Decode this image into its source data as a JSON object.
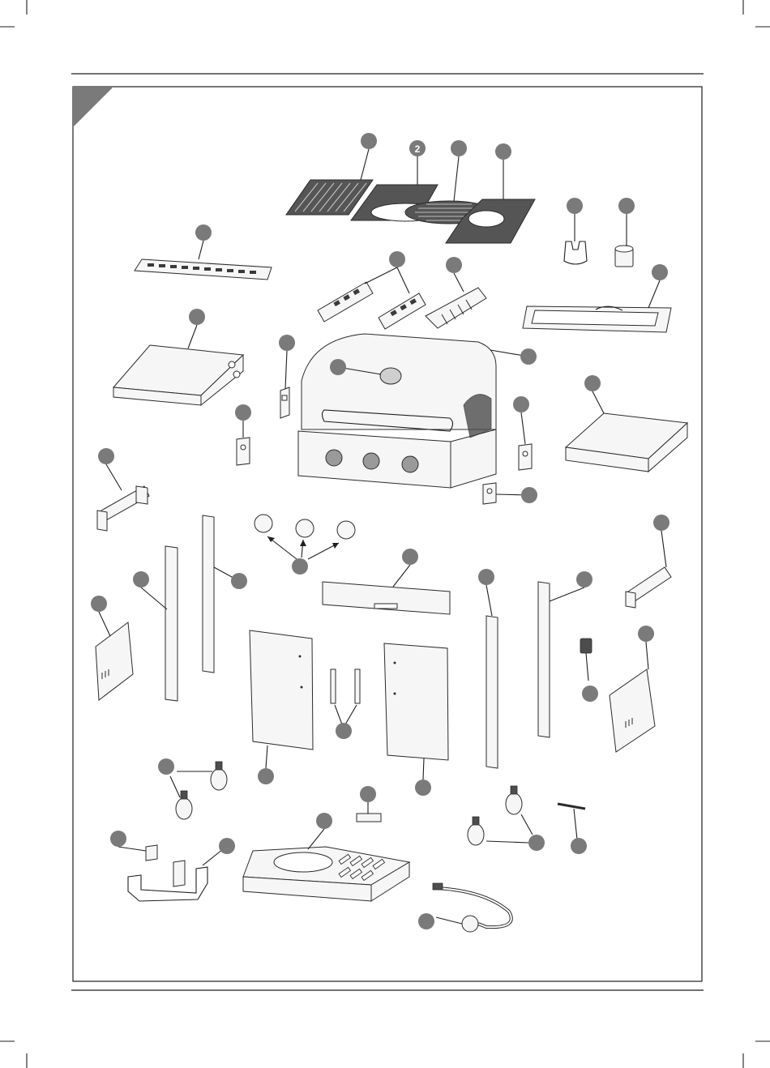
{
  "diagram": {
    "type": "exploded-parts-view",
    "subject": "gas grill",
    "callouts": [
      {
        "id": "cooking-grate-left",
        "label": ""
      },
      {
        "id": "cooking-grate-insert-frame",
        "label": "2"
      },
      {
        "id": "round-grate-insert",
        "label": ""
      },
      {
        "id": "cooking-grate-right",
        "label": ""
      },
      {
        "id": "warming-rack",
        "label": ""
      },
      {
        "id": "flame-tamers",
        "label": ""
      },
      {
        "id": "burner",
        "label": ""
      },
      {
        "id": "grease-cup-holder",
        "label": ""
      },
      {
        "id": "grease-cup",
        "label": ""
      },
      {
        "id": "grease-tray",
        "label": ""
      },
      {
        "id": "side-shelf-left",
        "label": ""
      },
      {
        "id": "bracket-a",
        "label": ""
      },
      {
        "id": "grill-head",
        "label": ""
      },
      {
        "id": "thermometer",
        "label": ""
      },
      {
        "id": "bracket-b",
        "label": ""
      },
      {
        "id": "bracket-c",
        "label": ""
      },
      {
        "id": "side-shelf-right",
        "label": ""
      },
      {
        "id": "bracket-d",
        "label": ""
      },
      {
        "id": "shelf-support-left",
        "label": ""
      },
      {
        "id": "control-knobs",
        "label": ""
      },
      {
        "id": "front-panel",
        "label": ""
      },
      {
        "id": "leg-left-front",
        "label": ""
      },
      {
        "id": "leg-left-rear",
        "label": ""
      },
      {
        "id": "leg-right-front",
        "label": ""
      },
      {
        "id": "leg-right-rear",
        "label": ""
      },
      {
        "id": "shelf-support-right",
        "label": ""
      },
      {
        "id": "side-panel-left",
        "label": ""
      },
      {
        "id": "side-panel-right",
        "label": ""
      },
      {
        "id": "igniter",
        "label": ""
      },
      {
        "id": "door-handles",
        "label": ""
      },
      {
        "id": "door-left",
        "label": ""
      },
      {
        "id": "door-right",
        "label": ""
      },
      {
        "id": "casters-locking",
        "label": ""
      },
      {
        "id": "casters",
        "label": ""
      },
      {
        "id": "tank-bracket",
        "label": ""
      },
      {
        "id": "tank-hook",
        "label": ""
      },
      {
        "id": "bottom-shelf",
        "label": ""
      },
      {
        "id": "match-holder",
        "label": ""
      },
      {
        "id": "gas-hose-regulator",
        "label": ""
      }
    ]
  }
}
